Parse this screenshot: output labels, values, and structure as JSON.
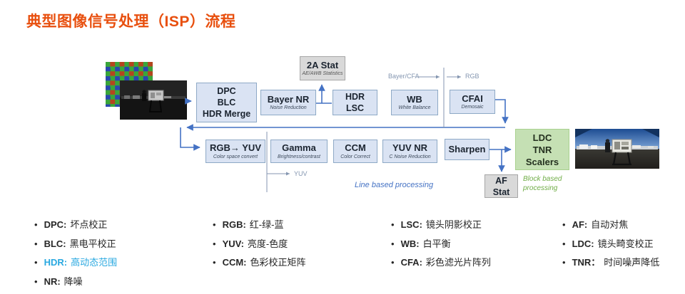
{
  "title": "典型图像信号处理（ISP）流程",
  "colors": {
    "title": "#e84f0e",
    "box-fill": "#dae3f3",
    "box-border": "#8ea9c6",
    "gray-fill": "#d9d9d9",
    "gray-border": "#a6a6a6",
    "green-fill": "#c5e0b4",
    "green-border": "#a9d18e",
    "arrow": "#4472c4",
    "muted": "#8496b0",
    "line-based": "#4472c4",
    "block-based": "#70ad47",
    "hdr-blue": "#29a8e0",
    "bayer-r": "#b5451f",
    "bayer-g": "#3aa63a",
    "bayer-b": "#2a46b0"
  },
  "flow": {
    "boxes": {
      "dpc": {
        "lines": [
          "DPC",
          "BLC",
          "HDR Merge"
        ]
      },
      "stat2a": {
        "title": "2A Stat",
        "subtitle": "AE/AWB Statistics"
      },
      "bayer_nr": {
        "title": "Bayer NR",
        "subtitle": "Noise Reduction"
      },
      "hdr_lsc": {
        "lines": [
          "HDR",
          "LSC"
        ]
      },
      "wb": {
        "title": "WB",
        "subtitle": "White Balance"
      },
      "cfai": {
        "title": "CFAI",
        "subtitle": "Demosaic"
      },
      "rgb2yuv": {
        "title": "RGB→ YUV",
        "subtitle": "Color space convert"
      },
      "gamma": {
        "title": "Gamma",
        "subtitle": "Brightness/contrast"
      },
      "ccm": {
        "title": "CCM",
        "subtitle": "Color Correct"
      },
      "yuv_nr": {
        "title": "YUV NR",
        "subtitle": "C Noise Reduction"
      },
      "sharpen": {
        "title": "Sharpen"
      },
      "ldc_tnr": {
        "lines": [
          "LDC",
          "TNR",
          "Scalers"
        ]
      },
      "af_stat": {
        "lines": [
          "AF",
          "Stat"
        ]
      }
    },
    "labels": {
      "bayer_cfa": "Bayer/CFA",
      "rgb": "RGB",
      "yuv": "YUV",
      "line_based": "Line based processing",
      "block_based": "Block based processing"
    }
  },
  "legend": {
    "bullet": "•",
    "columns": [
      {
        "items": [
          {
            "abbr": "DPC:",
            "text": "坏点校正"
          },
          {
            "abbr": "BLC:",
            "text": "黑电平校正"
          },
          {
            "abbr": "HDR:",
            "text": "高动态范围"
          },
          {
            "abbr": "NR:",
            "text": "降噪"
          }
        ]
      },
      {
        "items": [
          {
            "abbr": "RGB:",
            "text": "红-绿-蓝"
          },
          {
            "abbr": "YUV:",
            "text": "亮度-色度"
          },
          {
            "abbr": "CCM:",
            "text": "色彩校正矩阵"
          }
        ]
      },
      {
        "items": [
          {
            "abbr": "LSC:",
            "text": "镜头阴影校正"
          },
          {
            "abbr": "WB:",
            "text": "白平衡"
          },
          {
            "abbr": "CFA:",
            "text": "彩色滤光片阵列"
          }
        ]
      },
      {
        "items": [
          {
            "abbr": "AF:",
            "text": "自动对焦"
          },
          {
            "abbr": "LDC:",
            "text": "镜头畸变校正"
          },
          {
            "abbr": "TNR：",
            "text": "时间噪声降低"
          }
        ]
      }
    ]
  }
}
